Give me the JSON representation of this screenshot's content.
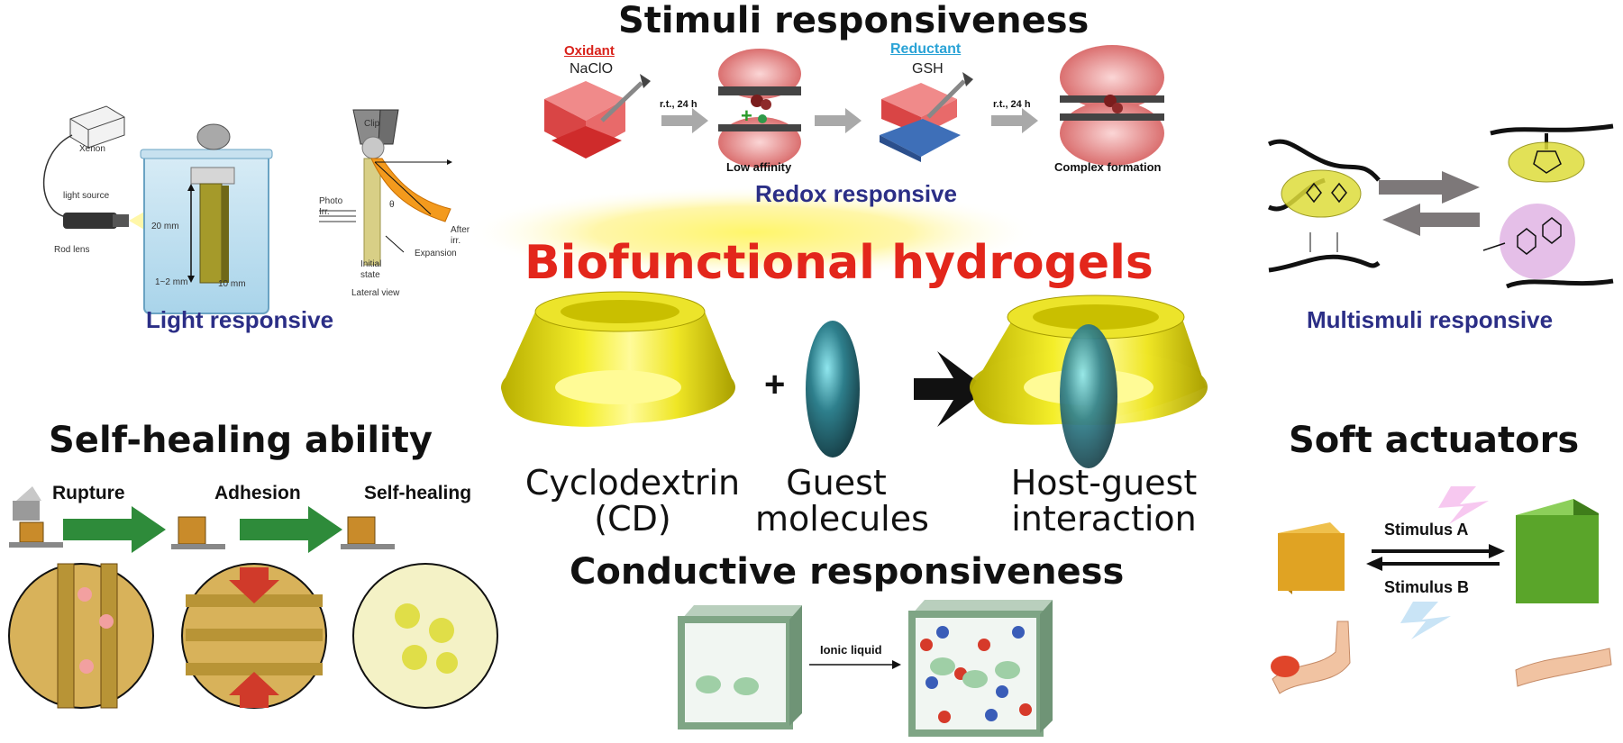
{
  "stimuli": {
    "title": "Stimuli responsiveness",
    "oxidant": "Oxidant",
    "naclo": "NaClO",
    "reductant": "Reductant",
    "gsh": "GSH",
    "rt1": "r.t., 24 h",
    "rt2": "r.t., 24 h",
    "low_affinity": "Low affinity",
    "complex_formation": "Complex formation",
    "redox_label": "Redox responsive",
    "plus_sign": "+"
  },
  "light": {
    "xenon": "Xenon",
    "source": "light source",
    "rod_lens": "Rod lens",
    "mm20": "20 mm",
    "mm1_2": "1~2 mm",
    "mm10": "10 mm",
    "clip": "Clip",
    "photo": "Photo",
    "irr": "Irr.",
    "theta": "θ",
    "after": "After",
    "irr2": "irr.",
    "expansion": "Expansion",
    "initial": "Initial",
    "state": "state",
    "lateral": "Lateral view",
    "label": "Light responsive"
  },
  "center": {
    "title": "Biofunctional hydrogels",
    "plus": "+",
    "cd_line1": "Cyclodextrin",
    "cd_line2": "(CD)",
    "guest_line1": "Guest",
    "guest_line2": "molecules",
    "hg_line1": "Host-guest",
    "hg_line2": "interaction"
  },
  "multi": {
    "label": "Multismuli responsive"
  },
  "self_healing": {
    "title": "Self-healing ability",
    "rupture": "Rupture",
    "adhesion": "Adhesion",
    "selfhealing": "Self-healing"
  },
  "conductive": {
    "title": "Conductive responsiveness",
    "ionic": "Ionic liquid"
  },
  "actuators": {
    "title": "Soft actuators",
    "stimulus_a": "Stimulus A",
    "stimulus_b": "Stimulus B"
  },
  "colors": {
    "dark_blue_label": "#2b2e86",
    "red_title": "#e3261b",
    "oxidant_red": "#d9221b",
    "reductant_blue": "#2aa3d6",
    "yellow_cd": "#e8e020",
    "green_arrow": "#2e8b3a",
    "actuator_orange": "#e0a323",
    "actuator_green": "#5aa52a"
  }
}
